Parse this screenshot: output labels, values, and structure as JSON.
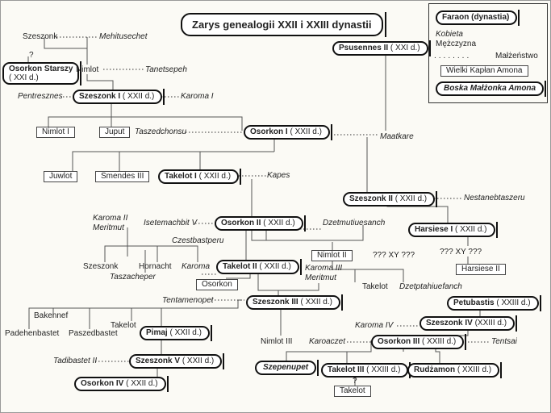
{
  "title": "Zarys genealogii XXII i XXIII dynastii",
  "legend": {
    "pharaoh": "Faraon (dynastia)",
    "woman": "Kobieta",
    "man": "Mężczyzna",
    "marriage": "Małżeństwo",
    "priest": "Wielki Kapłan Amona",
    "wife": "Boska Małżonka Amona"
  },
  "people": {
    "szeszonk_top": "Szeszonk",
    "mehitusechet": "Mehitusechet",
    "q1": "?",
    "osorkon_starszy": "Osorkon Starszy",
    "osorkon_starszy_d": "( XXI d.)",
    "nimlot": "Nimlot",
    "tanetsepeh": "Tanetsepeh",
    "psusennes": "Psusennes II",
    "psusennes_d": "( XXI d.)",
    "pentresznes": "Pentresznes",
    "szeszonk1": "Szeszonk I",
    "szeszonk1_d": "( XXII d.)",
    "karoma1": "Karoma I",
    "nimlot1": "Nimlot I",
    "juput": "Juput",
    "taszedchonsu": "Taszedchonsu",
    "osorkon1": "Osorkon  I",
    "osorkon1_d": "( XXII d.)",
    "maatkare": "Maatkare",
    "juwlot": "Juwlot",
    "smendes3": "Smendes III",
    "takelot1": "Takelot  I",
    "takelot1_d": "( XXII d.)",
    "kapes": "Kapes",
    "szeszonk2": "Szeszonk II",
    "szeszonk2_d": "( XXII d.)",
    "nestanebtaszeru": "Nestanebtaszeru",
    "karoma2": "Karoma II",
    "meritmut": "Meritmut",
    "isetemachbit": "Isetemachbit V",
    "osorkon2": "Osorkon  II",
    "osorkon2_d": "( XXII d.)",
    "dzetmutiuesanch": "Dzetmutiuesanch",
    "harsiese1": "Harsiese I",
    "harsiese1_d": "( XXII d.)",
    "czestbastperu": "Czestbastperu",
    "xy1": "??? XY ???",
    "nimlot2": "Nimlot II",
    "xy2": "??? XY ???",
    "szeszonk_b": "Szeszonk",
    "hornacht": "Hornacht",
    "karoma": "Karoma",
    "takelot2": "Takelot  II",
    "takelot2_d": "( XXII d.)",
    "karoma3": "Karoma III",
    "meritmut2": "Meritmut",
    "harsiese2": "Harsiese II",
    "taszacheper": "Taszacheper",
    "osorkon_r": "Osorkon",
    "takelot_b": "Takelot",
    "dzetptahiuefanch": "Dzetptahiuefanch",
    "tentamenopet": "Tentamenopet",
    "szeszonk3": "Szeszonk III",
    "szeszonk3_d": "( XXII d.)",
    "petubastis": "Petubastis",
    "petubastis_d": "( XXIII d.)",
    "bakennef": "Bakennef",
    "takelot_c": "Takelot",
    "szeszonk4": "Szeszonk  IV",
    "szeszonk4_d": "(XXIII d.)",
    "padehenbastet": "Padehenbastet",
    "paszedbastet": "Paszedbastet",
    "pimaj": "Pimaj",
    "pimaj_d": "( XXII d.)",
    "karoma4": "Karoma IV",
    "nimlot3": "Nimlot III",
    "karoaczet": "Karoaczet",
    "osorkon3": "Osorkon   III",
    "osorkon3_d": "( XXIII d.)",
    "tentsai": "Tentsai",
    "tadibastet": "Tadibastet II",
    "szeszonk5": "Szeszonk  V",
    "szeszonk5_d": "( XXII d.)",
    "szepenupet": "Szepenupet",
    "takelot3": "Takelot  III",
    "takelot3_d": "( XXIII d.)",
    "rudzamon": "Rudżamon",
    "rudzamon_d": "( XXIII d.)",
    "osorkon4": "Osorkon  IV",
    "osorkon4_d": "( XXII d.)",
    "q2": "?",
    "takelot_d": "Takelot"
  }
}
